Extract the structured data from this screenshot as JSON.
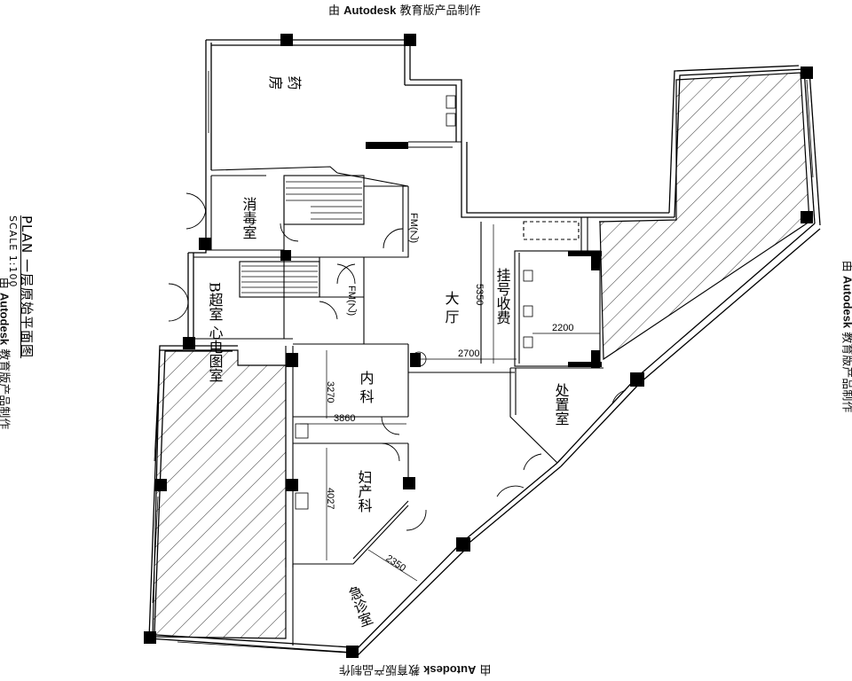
{
  "watermark": {
    "prefix": "由",
    "brand": "Autodesk",
    "suffix": "教育版产品制作"
  },
  "title": {
    "text": "PLAN 一层原始平面图",
    "scale": "SCALE 1:100"
  },
  "rooms": {
    "pharmacy": "药 房",
    "disinfection": "消毒室",
    "bmode_ecg": "B超室 心电图室",
    "lobby": "大 厅",
    "internal_medicine": "内 科",
    "gynecology": "妇产科",
    "treatment": "处置室",
    "emergency": "急诊室",
    "registration": "挂号收费"
  },
  "doors": {
    "fm_a": "FM(乙)",
    "fm_b": "FM(乙)"
  },
  "dimensions": {
    "d5350": "5350",
    "d2200": "2200",
    "d2700": "2700",
    "d3270": "3270",
    "d3860": "3860",
    "d4027": "4027",
    "d2350": "2350"
  }
}
